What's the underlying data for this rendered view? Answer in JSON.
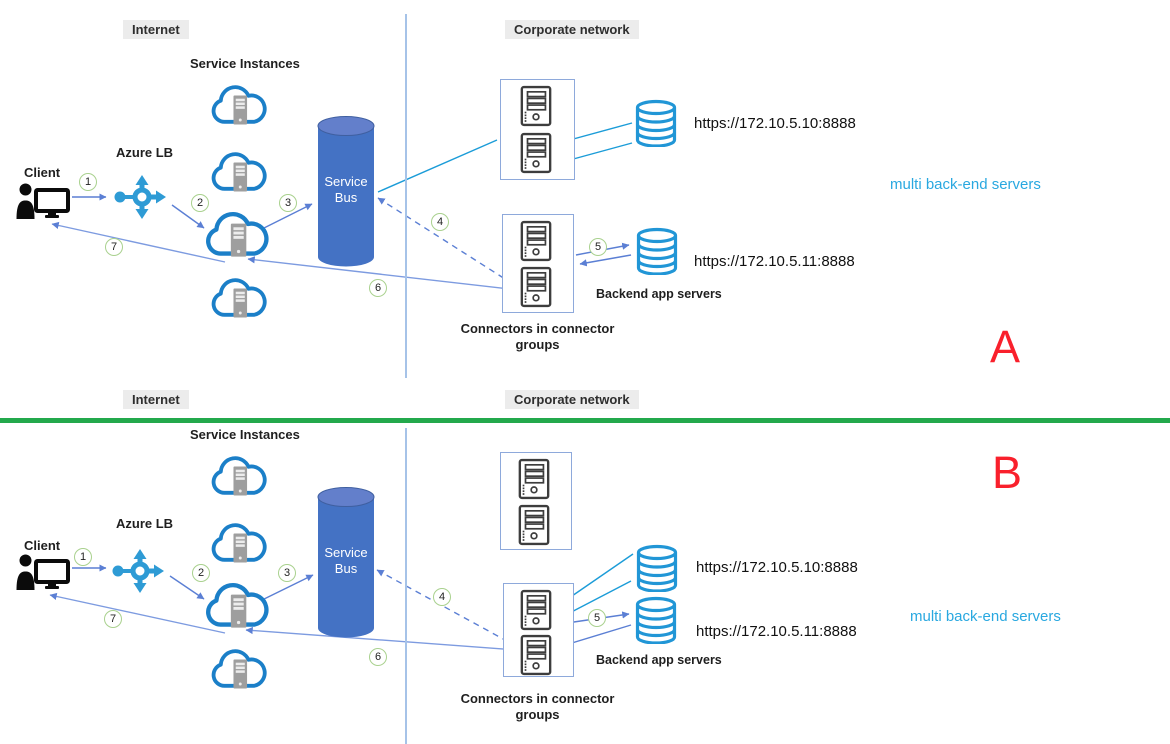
{
  "regions": {
    "internet": "Internet",
    "corporate_network": "Corporate network"
  },
  "labels": {
    "service_instances": "Service Instances",
    "azure_lb": "Azure LB",
    "client": "Client",
    "service_bus": "Service Bus",
    "connectors_in_groups": "Connectors in connector groups",
    "backend_app_servers": "Backend app servers",
    "multi_backend_servers": "multi back-end servers",
    "url_server_10": "https://172.10.5.10:8888",
    "url_server_11": "https://172.10.5.11:8888"
  },
  "steps": [
    "1",
    "2",
    "3",
    "4",
    "5",
    "6",
    "7"
  ],
  "variants": {
    "top": "A",
    "bottom": "B"
  },
  "colors": {
    "arrow_blue": "#5B7FD4",
    "line_cyan": "#1B9CD8",
    "service_bus_fill": "#4472C4",
    "cloud_stroke": "#1B7FC8",
    "database_stroke": "#2196D6",
    "step_circle_stroke": "#A9D18E",
    "divider_green": "#23A94C",
    "network_divider_blue": "#A6C3E8",
    "variant_letter_red": "#F9202C",
    "multi_backend_text_blue": "#29A8E0",
    "region_label_bg": "#ECECEC"
  }
}
